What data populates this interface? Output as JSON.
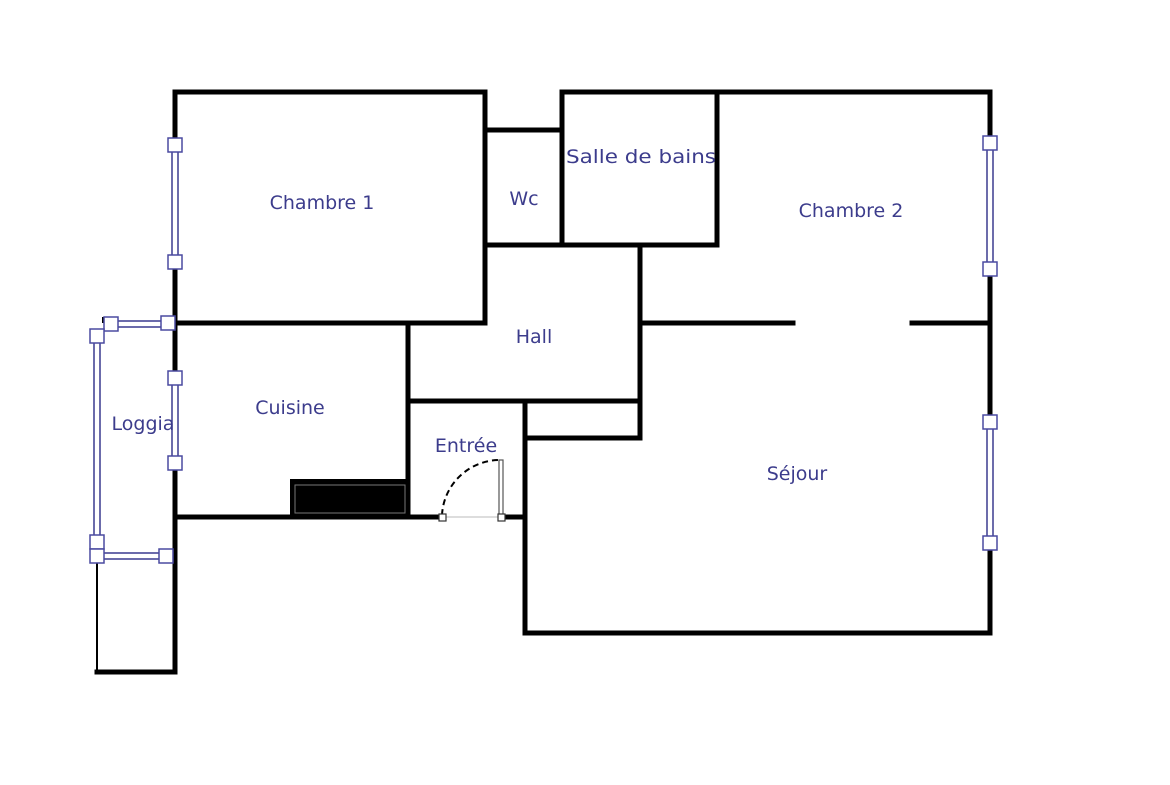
{
  "plan": {
    "title": "",
    "rooms": [
      {
        "id": "chambre1",
        "label": "Chambre 1"
      },
      {
        "id": "wc",
        "label": "Wc"
      },
      {
        "id": "sdb",
        "label": "Salle de bains"
      },
      {
        "id": "chambre2",
        "label": "Chambre 2"
      },
      {
        "id": "hall",
        "label": "Hall"
      },
      {
        "id": "cuisine",
        "label": "Cuisine"
      },
      {
        "id": "loggia",
        "label": "Loggia"
      },
      {
        "id": "entree",
        "label": "Entrée"
      },
      {
        "id": "sejour",
        "label": "Séjour"
      }
    ],
    "colors": {
      "wall": "#000000",
      "window": "#4a4aa0",
      "label": "#3c3c8c",
      "background": "#ffffff"
    }
  }
}
